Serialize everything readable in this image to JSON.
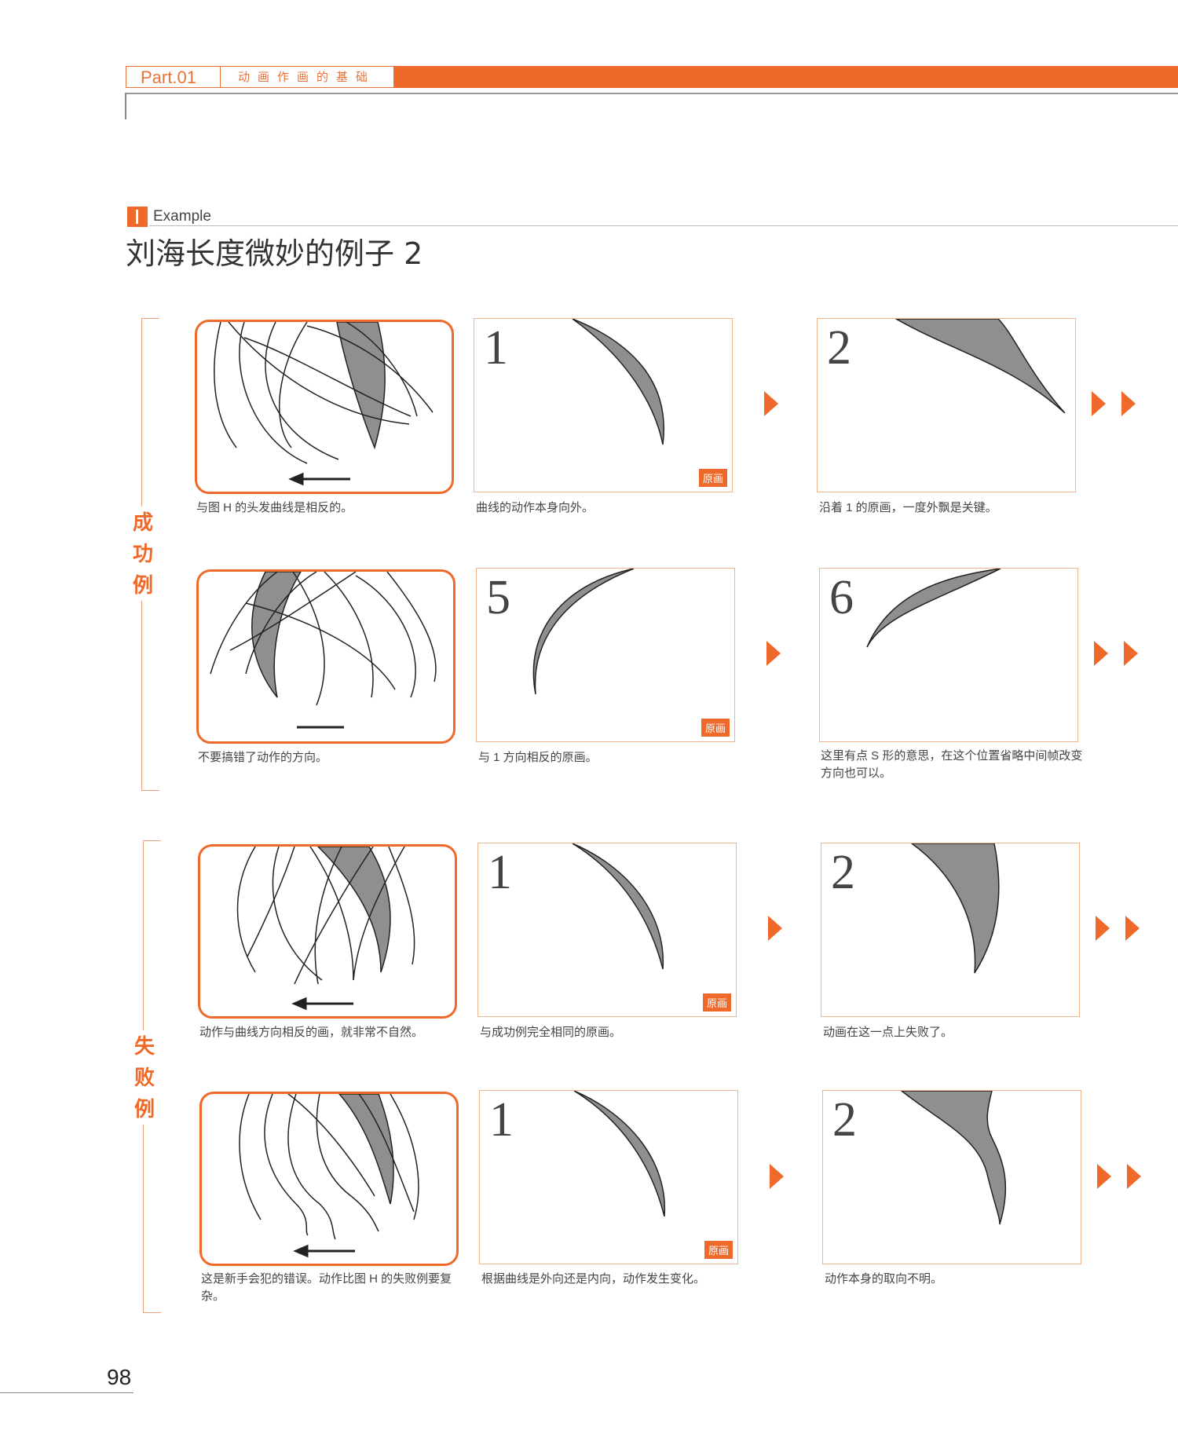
{
  "header": {
    "part": "Part.01",
    "section": "动画作画的基础"
  },
  "example": {
    "label": "Example",
    "title": "刘海长度微妙的例子 2"
  },
  "side": {
    "success": [
      "成",
      "功",
      "例"
    ],
    "failure": [
      "失",
      "败",
      "例"
    ]
  },
  "badge_label": "原画",
  "rows": [
    {
      "frame1_num": "1",
      "frame2_num": "2",
      "captions": [
        "与图 H 的头发曲线是相反的。",
        "曲线的动作本身向外。",
        "沿着 1 的原画，一度外飘是关键。"
      ]
    },
    {
      "frame1_num": "5",
      "frame2_num": "6",
      "captions": [
        "不要搞错了动作的方向。",
        "与 1 方向相反的原画。",
        "这里有点 S 形的意思，在这个位置省略中间帧改变方向也可以。"
      ]
    },
    {
      "frame1_num": "1",
      "frame2_num": "2",
      "captions": [
        "动作与曲线方向相反的画，就非常不自然。",
        "与成功例完全相同的原画。",
        "动画在这一点上失败了。"
      ]
    },
    {
      "frame1_num": "1",
      "frame2_num": "2",
      "captions": [
        "这是新手会犯的错误。动作比图 H 的失败例要复杂。",
        "根据曲线是外向还是内向，动作发生变化。",
        "动作本身的取向不明。"
      ]
    }
  ],
  "page_number": "98",
  "colors": {
    "accent": "#ef6a2a",
    "frame_border": "#f2b48f",
    "hair_fill": "#8f8f8f"
  }
}
